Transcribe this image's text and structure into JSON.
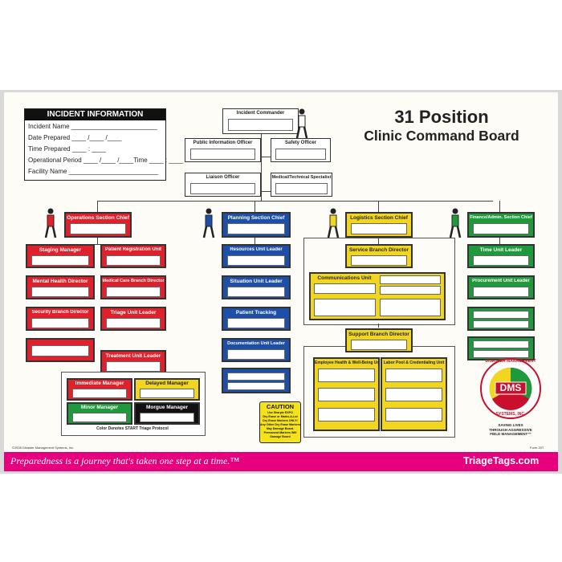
{
  "title": {
    "line1": "31 Position",
    "line2": "Clinic Command Board"
  },
  "incident_info": {
    "header": "INCIDENT INFORMATION",
    "fields": [
      {
        "label": "Incident Name",
        "value": "",
        "template": "Incident Name ________________________"
      },
      {
        "label": "Date Prepared",
        "template": "Date Prepared      ____ /____ /____"
      },
      {
        "label": "Time Prepared",
        "template": "Time Prepared      ____ : ____"
      },
      {
        "label": "Operational Period",
        "template": "Operational Period ____ /____ /____Time ____ : ____"
      },
      {
        "label": "Facility Name",
        "template": "Facility Name _________________________"
      }
    ]
  },
  "command": {
    "incident_commander": "Incident Commander",
    "public_information_officer": "Public Information Officer",
    "safety_officer": "Safety Officer",
    "liaison_officer": "Liaison Officer",
    "medical_technical_specialist": "Medical/Technical Specialist"
  },
  "operations": {
    "chief": "Operations Section Chief",
    "staging_manager": "Staging Manager",
    "patient_registration_unit": "Patient Registration Unit",
    "mental_health_director": "Mental Health Director",
    "medical_care_branch_director": "Medical Care Branch Director",
    "security_branch_director": "Security Branch Director",
    "triage_unit_leader": "Triage Unit Leader",
    "treatment_unit_leader": "Treatment Unit Leader",
    "immediate_manager": "Immediate Manager",
    "delayed_manager": "Delayed Manager",
    "minor_manager": "Minor Manager",
    "morgue_manager": "Morgue Manager",
    "triage_note": "Color Denotes START Triage Protocol"
  },
  "planning": {
    "chief": "Planning Section Chief",
    "resources_unit_leader": "Resources Unit Leader",
    "situation_unit_leader": "Situation Unit Leader",
    "patient_tracking": "Patient Tracking",
    "documentation_unit_leader": "Documentation Unit Leader"
  },
  "logistics": {
    "chief": "Logistics Section Chief",
    "service_branch_director": "Service Branch Director",
    "communications_unit": "Communications Unit",
    "support_branch_director": "Support Branch Director",
    "employee_health": "Employee Health & Well-Being Unit",
    "labor_pool": "Labor Pool & Credentialing Unit"
  },
  "finance": {
    "chief": "Finance/Admin. Section Chief",
    "time_unit_leader": "Time Unit Leader",
    "procurement_unit_leader": "Procurement Unit Leader"
  },
  "caution": {
    "header": "CAUTION",
    "lines": [
      "Use Sharpie EXPO",
      "Dry Erase or Marks-A-Lot",
      "Dry Erase Markers ONLY!",
      "Any Other Dry Erase Markers",
      "May Damage Board.",
      "Permanent Markers Will",
      "Damage Board"
    ]
  },
  "logo": {
    "ring_top": "DISASTER MANAGEMENT",
    "center": "DMS",
    "ring_bottom": "SYSTEMS, INC.",
    "tagline": [
      "SAVING LIVES",
      "THROUGH AGGRESSIVE",
      "FIELD MANAGEMENT™"
    ]
  },
  "copyright": "©2008 Disaster Management Systems, Inc.",
  "form_no": "Form 20T",
  "footer": {
    "slogan": "Preparedness is a journey that's taken one step at a time.™",
    "website": "TriageTags.com"
  },
  "colors": {
    "operations": "#e0202a",
    "planning": "#1e4fa8",
    "logistics": "#f1d51e",
    "finance": "#1e9a3c",
    "immediate": "#e0202a",
    "delayed": "#f1d51e",
    "minor": "#1e9a3c",
    "morgue": "#111111",
    "footer_bar": "#e6007e"
  }
}
